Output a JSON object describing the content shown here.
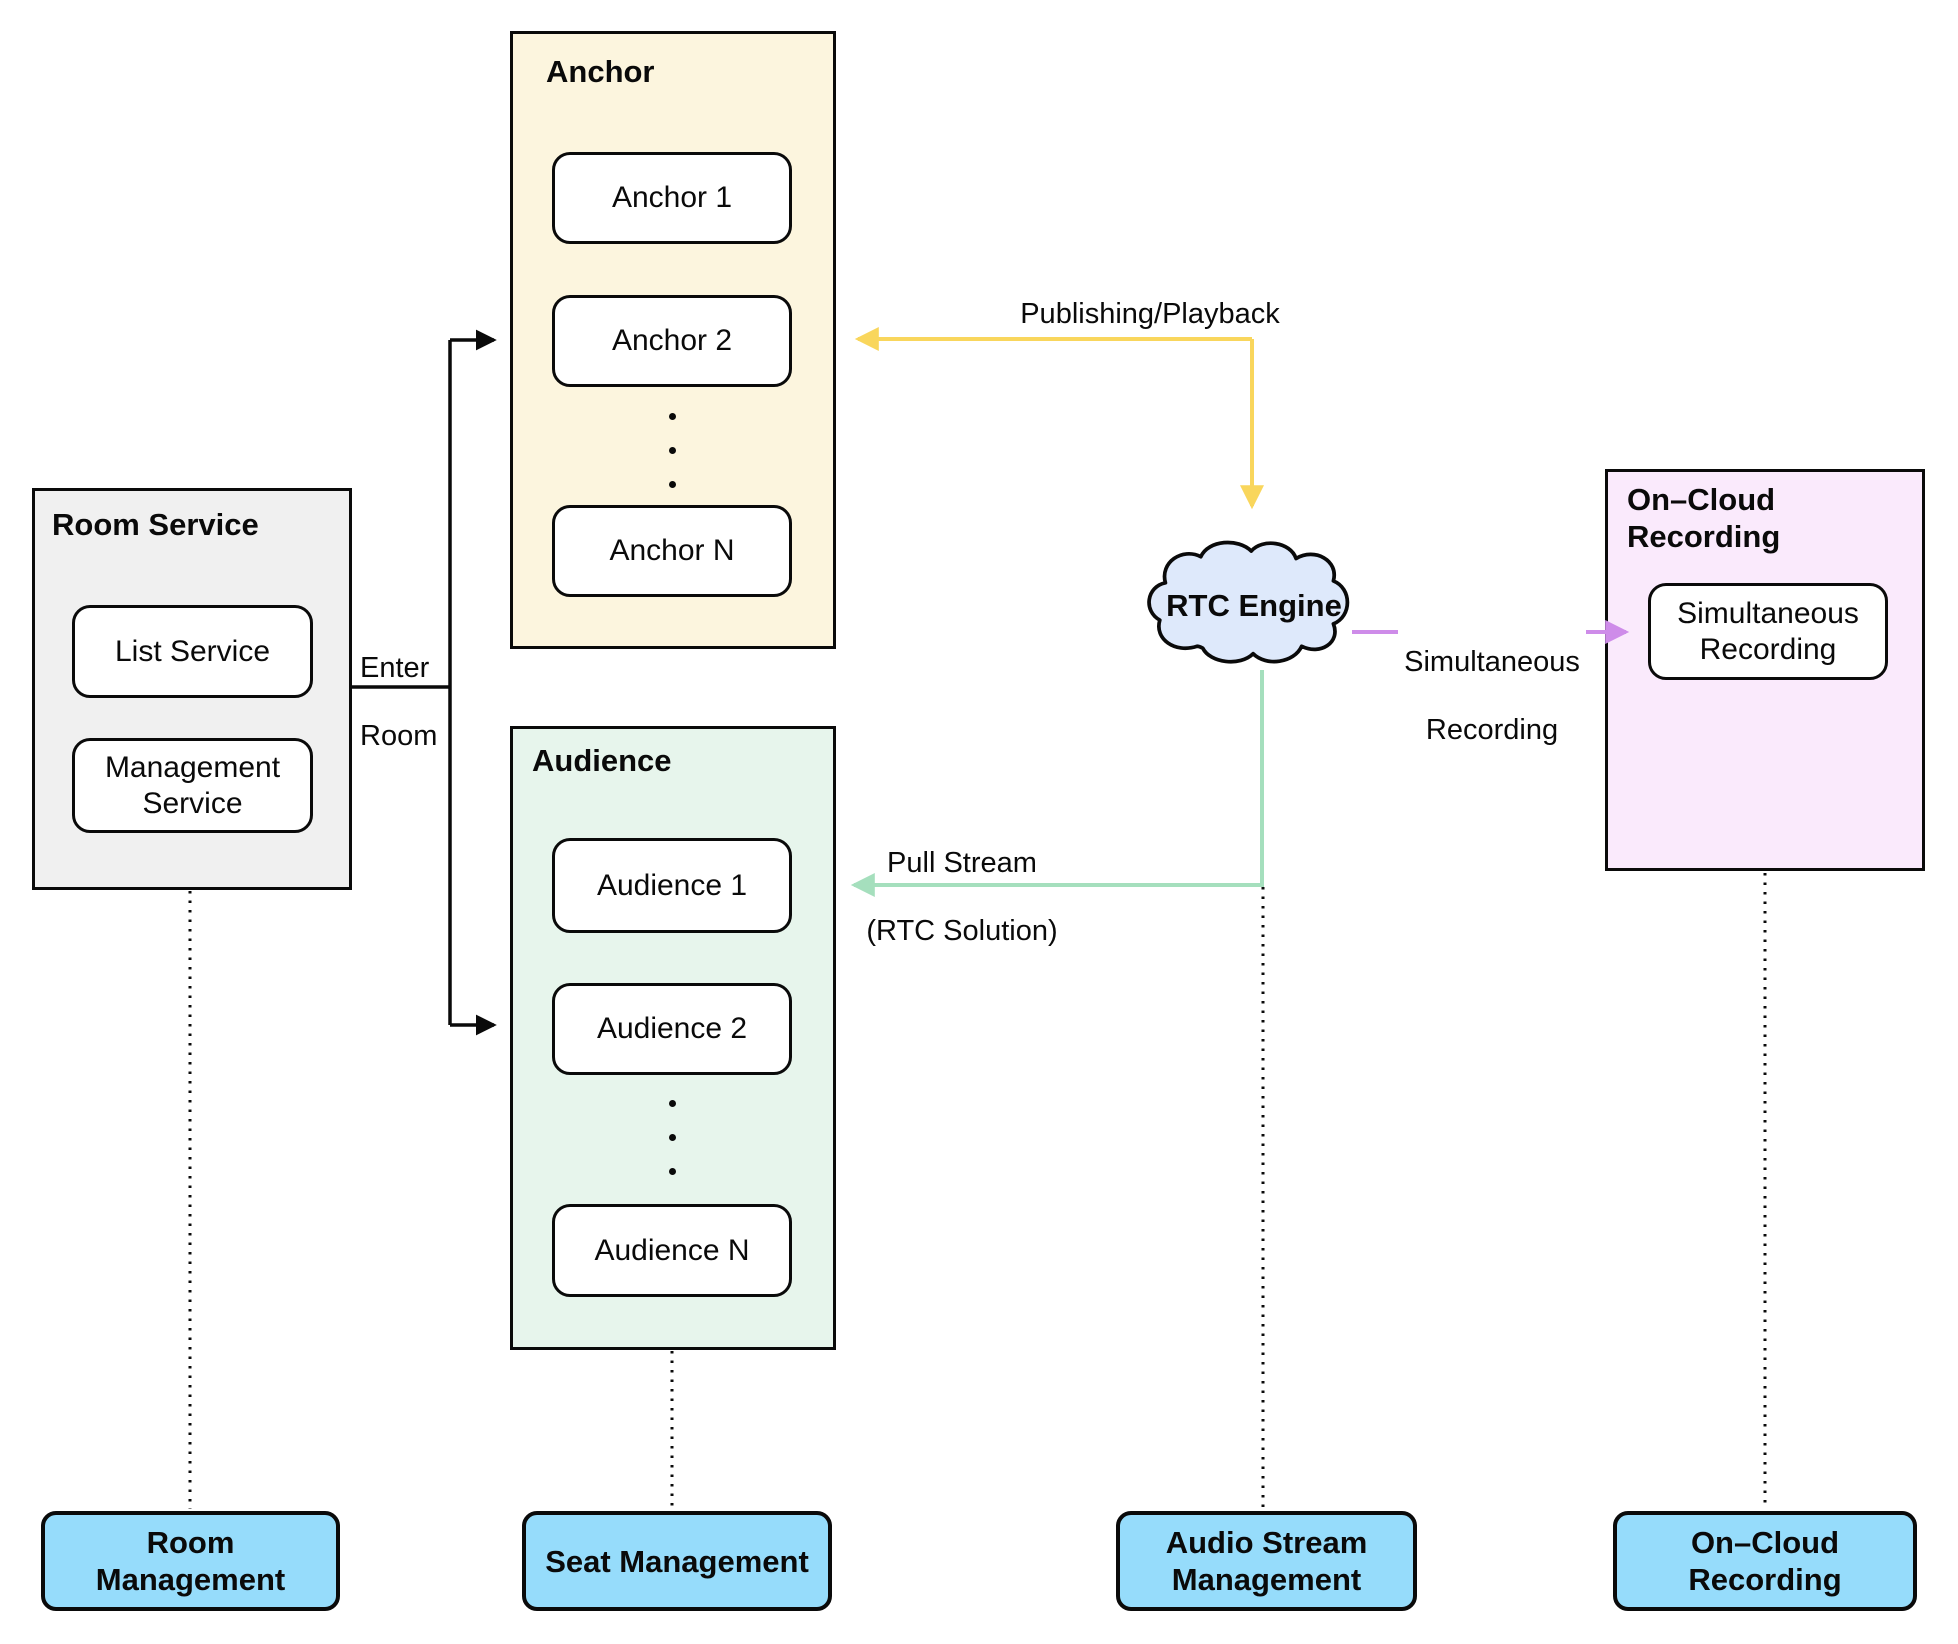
{
  "colors": {
    "room-fill": "#F0F0F0",
    "anchor-fill": "#FCF5DE",
    "audience-fill": "#E7F5EC",
    "oncloud-fill": "#FAEAFC",
    "cloud-fill": "#DEE9FB",
    "bottom-fill": "#96DCFB",
    "edge-yellow": "#F9D65C",
    "edge-green": "#A5DFBD",
    "edge-purple": "#CE8CE9",
    "ink": "#0A0A0A"
  },
  "panels": {
    "room_service": {
      "title": "Room Service",
      "items": [
        "List Service",
        "Management Service"
      ]
    },
    "anchor": {
      "title": "Anchor",
      "items": [
        "Anchor 1",
        "Anchor 2",
        "Anchor N"
      ]
    },
    "audience": {
      "title": "Audience",
      "items": [
        "Audience 1",
        "Audience 2",
        "Audience N"
      ]
    },
    "on_cloud_recording": {
      "title": "On–Cloud Recording",
      "items": [
        "Simultaneous Recording"
      ]
    }
  },
  "cloud": {
    "label": "RTC Engine"
  },
  "edge_labels": {
    "enter_room": {
      "line1": "Enter",
      "line2": "Room"
    },
    "publishing_playback": "Publishing/Playback",
    "pull_stream": {
      "line1": "Pull Stream",
      "line2": "(RTC Solution)"
    },
    "simultaneous_recording": {
      "line1": "Simultaneous",
      "line2": "Recording"
    }
  },
  "bottom_nodes": [
    "Room Management",
    "Seat Management",
    "Audio Stream Management",
    "On–Cloud Recording"
  ]
}
